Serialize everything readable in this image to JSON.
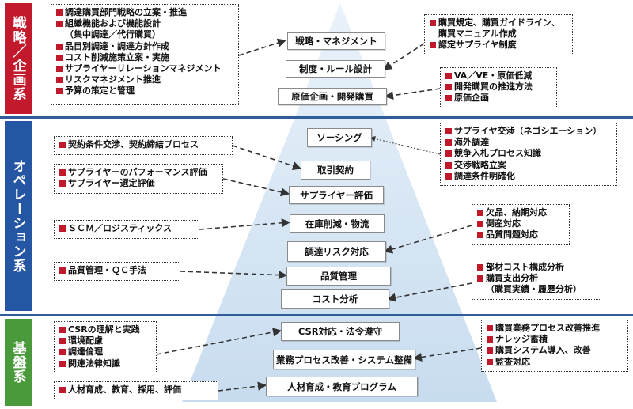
{
  "categories": [
    {
      "label": "戦略／企画系",
      "color": "#c3192c"
    },
    {
      "label": "オペレーション系",
      "color": "#2556a4"
    },
    {
      "label": "基盤系",
      "color": "#4a9a3c"
    }
  ],
  "pyramid_nodes": [
    "戦略・マネジメント",
    "制度・ルール設計",
    "原価企画・開発購買",
    "ソーシング",
    "取引契約",
    "サプライヤー評価",
    "在庫削減・物流",
    "調達リスク対応",
    "品質管理",
    "コスト分析",
    "CSR対応・法令遵守",
    "業務プロセス改善・システム整備",
    "人材育成・教育プログラム"
  ],
  "left_boxes": [
    {
      "items": [
        {
          "t": "調達購買部門戦略の立案・推進",
          "b": true
        },
        {
          "t": "組織機能および機能設計",
          "b": true
        },
        {
          "t": "（集中調達／代行購買）",
          "b": false
        },
        {
          "t": "品目別調達・調達方針作成",
          "b": true
        },
        {
          "t": "コスト削減施策立案・実施",
          "b": true
        },
        {
          "t": "サプライヤーリレーションマネジメント",
          "b": true
        },
        {
          "t": "リスクマネジメント推進",
          "b": true
        },
        {
          "t": "予算の策定と管理",
          "b": true
        }
      ]
    },
    {
      "items": [
        {
          "t": "契約条件交渉、契約締結プロセス",
          "b": true
        }
      ]
    },
    {
      "items": [
        {
          "t": "サプライヤーのパフォーマンス評価",
          "b": true
        },
        {
          "t": "サプライヤー選定評価",
          "b": true
        }
      ]
    },
    {
      "items": [
        {
          "t": "ＳＣＭ／ロジスティックス",
          "b": true
        }
      ]
    },
    {
      "items": [
        {
          "t": "品質管理・ＱＣ手法",
          "b": true
        }
      ]
    },
    {
      "items": [
        {
          "t": "CSRの理解と実践",
          "b": true
        },
        {
          "t": "環境配慮",
          "b": true
        },
        {
          "t": "調達倫理",
          "b": true
        },
        {
          "t": "関連法律知識",
          "b": true
        }
      ]
    },
    {
      "items": [
        {
          "t": "人材育成、教育、採用、評価",
          "b": true
        }
      ]
    }
  ],
  "right_boxes": [
    {
      "items": [
        {
          "t": "購買規定、購買ガイドライン、",
          "b": true
        },
        {
          "t": "購買マニュアル作成",
          "b": false
        },
        {
          "t": "認定サプライヤ制度",
          "b": true
        }
      ]
    },
    {
      "items": [
        {
          "t": "VA／VE・原価低減",
          "b": true
        },
        {
          "t": "開発購買の推進方法",
          "b": true
        },
        {
          "t": "原価企画",
          "b": true
        }
      ]
    },
    {
      "items": [
        {
          "t": "サプライヤ交渉（ネゴシエーション）",
          "b": true
        },
        {
          "t": "海外調達",
          "b": true
        },
        {
          "t": "競争入札プロセス知識",
          "b": true
        },
        {
          "t": "交渉戦略立案",
          "b": true
        },
        {
          "t": "調達条件明確化",
          "b": true
        }
      ]
    },
    {
      "items": [
        {
          "t": "欠品、納期対応",
          "b": true
        },
        {
          "t": "倒産対応",
          "b": true
        },
        {
          "t": "品質問題対応",
          "b": true
        }
      ]
    },
    {
      "items": [
        {
          "t": "部材コスト構成分析",
          "b": true
        },
        {
          "t": "購買支出分析",
          "b": true
        },
        {
          "t": "（購買実績・履歴分析）",
          "b": false
        }
      ]
    },
    {
      "items": [
        {
          "t": "購買業務プロセス改善推進",
          "b": true
        },
        {
          "t": "ナレッジ蓄積",
          "b": true
        },
        {
          "t": "購買システム導入、改善",
          "b": true
        },
        {
          "t": "監査対応",
          "b": true
        }
      ]
    }
  ],
  "colors": {
    "pyramid": "#d6e6f4",
    "separator": "#2f5d9a",
    "bullet": "#c0192c"
  }
}
